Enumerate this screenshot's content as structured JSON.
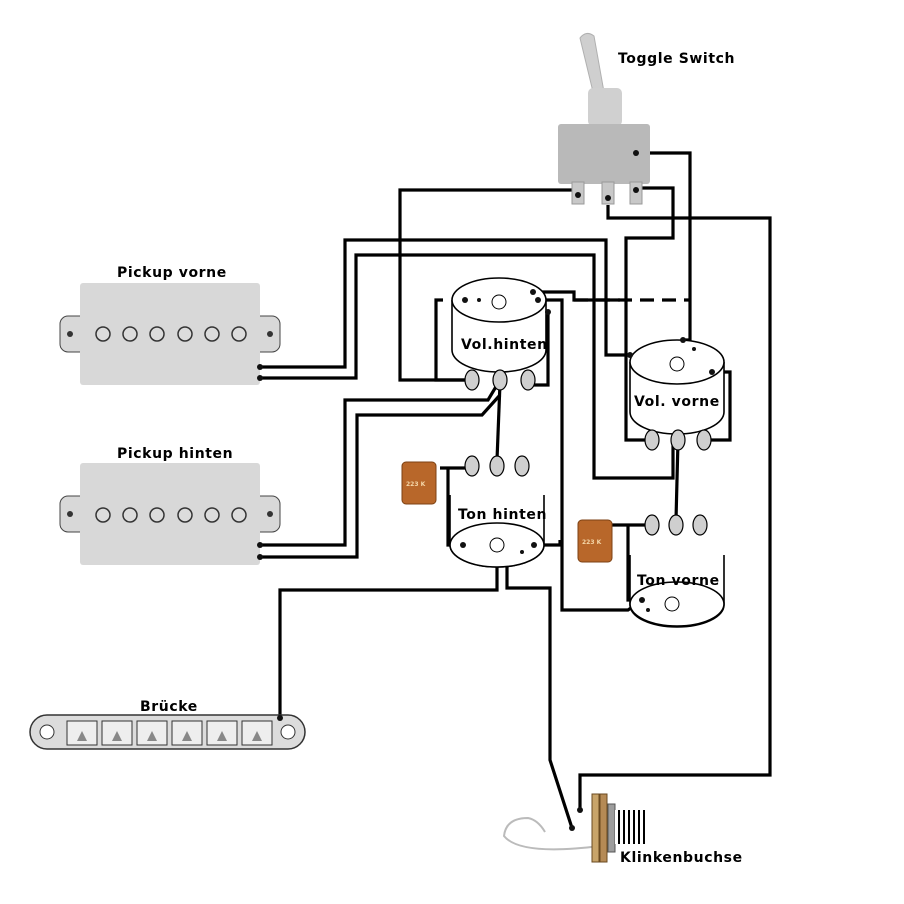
{
  "labels": {
    "toggle_switch": "Toggle Switch",
    "pickup_front": "Pickup vorne",
    "pickup_rear": "Pickup hinten",
    "vol_rear": "Vol.hinten",
    "vol_front": "Vol. vorne",
    "tone_rear": "Ton hinten",
    "tone_front": "Ton vorne",
    "bridge": "Brücke",
    "jack": "Klinkenbuchse"
  },
  "capacitors": {
    "rear_marking": "223 K",
    "front_marking": "223 K"
  },
  "colors": {
    "wire": "#000000",
    "pickup_cover": "#d8d8d8",
    "toggle_body": "#b9b9b9",
    "capacitor": "#b8672a",
    "bridge": "#dcdcdc"
  }
}
